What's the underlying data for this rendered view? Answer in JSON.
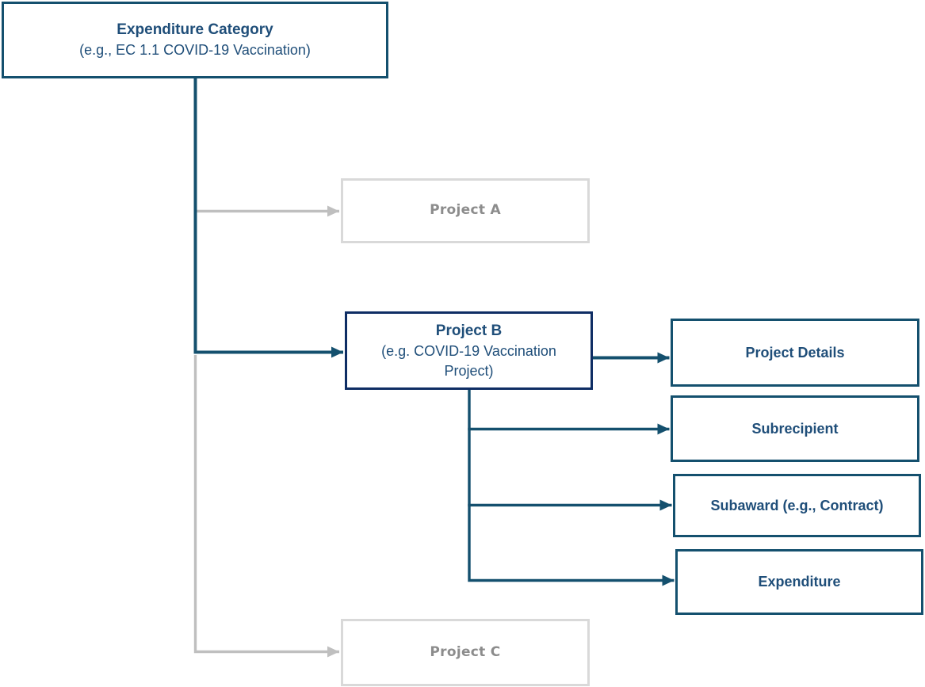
{
  "diagram": {
    "colors": {
      "primary_teal": "#14506E",
      "navy_border": "#0E2D64",
      "text_blue": "#1F4E79",
      "muted_border": "#D9D9D9",
      "muted_text": "#8C8C8C",
      "muted_line": "#BFBFBF"
    },
    "nodes": {
      "expenditure_category": {
        "title": "Expenditure Category",
        "subtitle": "(e.g., EC 1.1 COVID-19 Vaccination)"
      },
      "project_a": {
        "title": "Project A"
      },
      "project_b": {
        "title": "Project B",
        "subtitle": "(e.g. COVID-19 Vaccination Project)"
      },
      "project_c": {
        "title": "Project C"
      },
      "project_details": {
        "title": "Project Details"
      },
      "subrecipient": {
        "title": "Subrecipient"
      },
      "subaward": {
        "title": "Subaward (e.g., Contract)"
      },
      "expenditure": {
        "title": "Expenditure"
      }
    },
    "edges": [
      {
        "from": "expenditure_category",
        "to": "project_a",
        "style": "muted"
      },
      {
        "from": "expenditure_category",
        "to": "project_b",
        "style": "primary"
      },
      {
        "from": "expenditure_category",
        "to": "project_c",
        "style": "muted"
      },
      {
        "from": "project_b",
        "to": "project_details",
        "style": "primary"
      },
      {
        "from": "project_b",
        "to": "subrecipient",
        "style": "primary"
      },
      {
        "from": "project_b",
        "to": "subaward",
        "style": "primary"
      },
      {
        "from": "project_b",
        "to": "expenditure",
        "style": "primary"
      }
    ]
  }
}
